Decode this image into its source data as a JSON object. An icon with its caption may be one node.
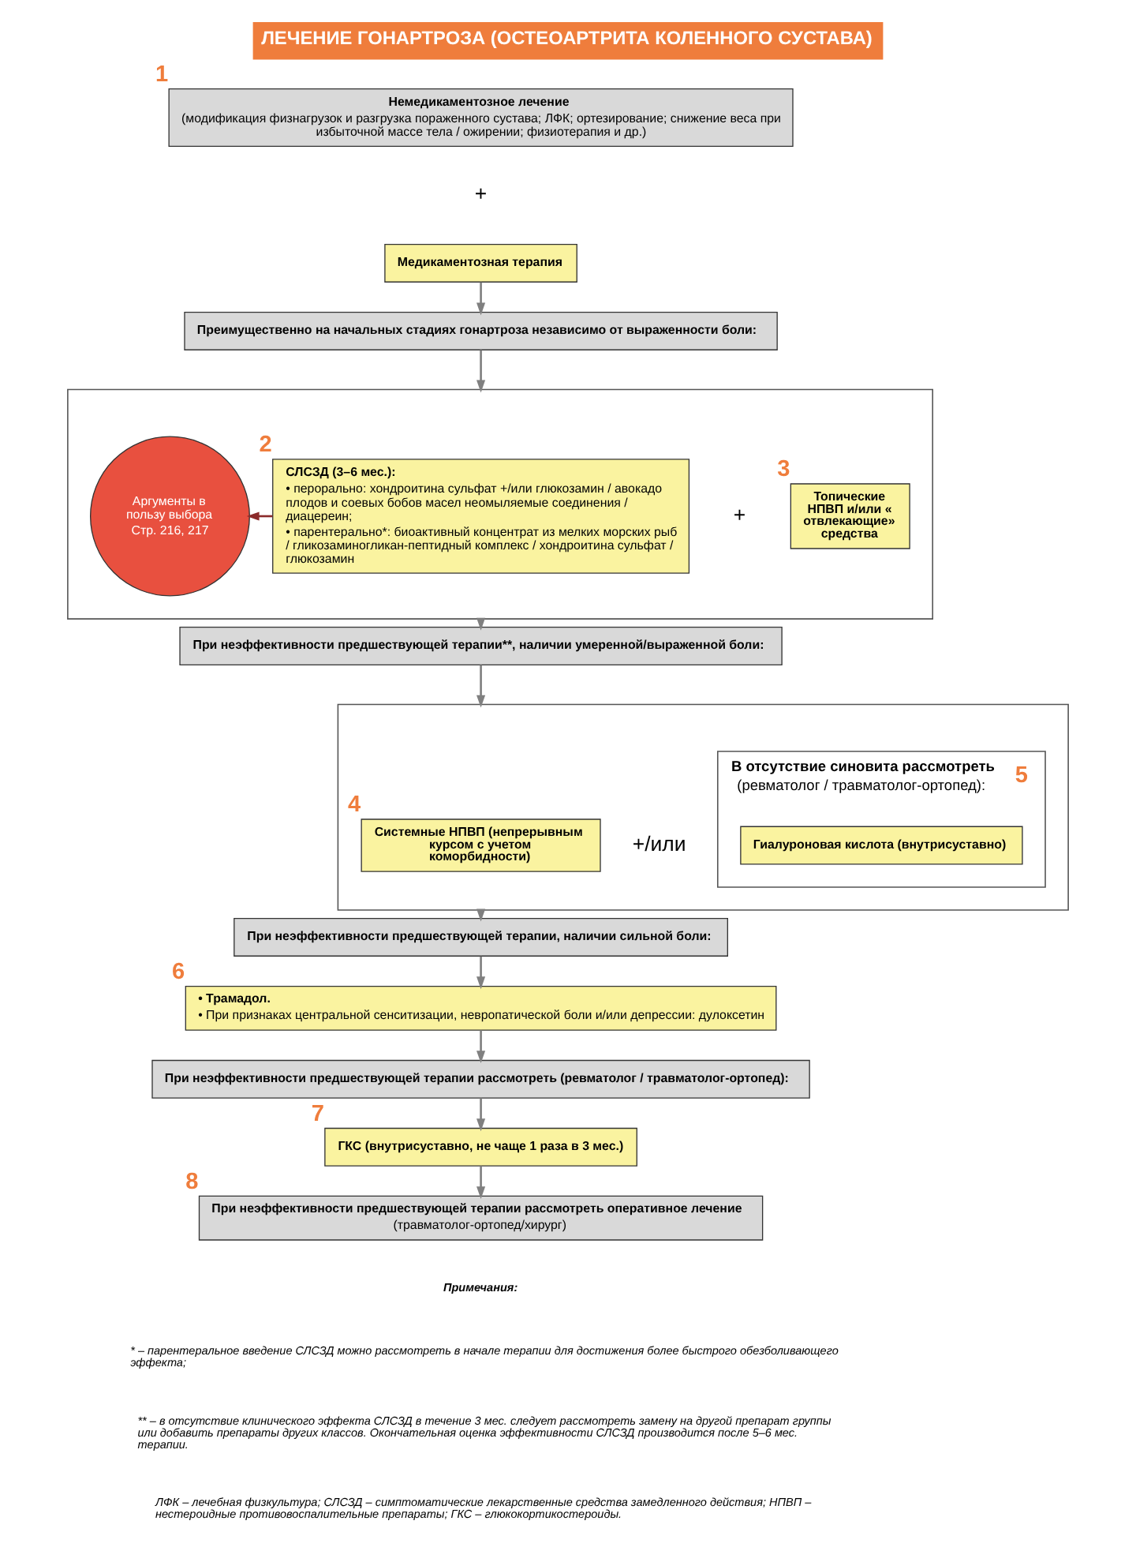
{
  "diagram": {
    "title": "ЛЕЧЕНИЕ ГОНАРТРОЗА (ОСТЕОАРТРИТА КОЛЕННОГО СУСТАВА)",
    "nodes": [
      {
        "text": [
          "Немедикаментозное лечение",
          "(модификация физнагрузок и разгрузка пораженного сустава; ЛФК; ортезирование; снижение веса при избыточной массе тела / ожирении; физиотерапия и др.)"
        ],
        "beside": [
          "1"
        ]
      },
      {
        "text": [
          "Медикаментозная терапия"
        ]
      },
      {
        "text": [
          "Преимущественно на начальных стадиях гонартроза независимо от выраженности боли:"
        ]
      },
      {
        "text": [],
        "shape": "box"
      },
      {
        "text": [
          "Аргументы в пользу выбора",
          "Стр. 216, 217"
        ],
        "in": 3
      },
      {
        "text": [
          "СЛСЗД (3–6 мес.):",
          "• перорально: хондроитина сульфат +/или глюкозамин / авокадо плодов и соевых бобов масел неомыляемые соединения / диацереин;",
          "• парентерально*: биоактивный концентрат из мелких морских рыб / гликозаминогликан-пептидный комплекс / хондроитина сульфат / глюкозамин"
        ],
        "in": 3,
        "beside": [
          "2"
        ]
      },
      {
        "text": [
          "Топические НПВП и/или «отвлекающие» средства"
        ],
        "in": 3,
        "beside": [
          "3"
        ]
      },
      {
        "text": [
          "При неэффективности предшествующей терапии**, наличии умеренной/выраженной боли:"
        ]
      },
      {
        "text": [],
        "shape": "box"
      },
      {
        "text": [
          "Системные НПВП (непрерывным курсом с учетом коморбидности)"
        ],
        "in": 8,
        "beside": [
          "4"
        ]
      },
      {
        "text": [
          "В отсутствие синовита рассмотреть",
          "(ревматолог / травматолог-ортопед):"
        ],
        "in": 8,
        "beside": [
          "5"
        ]
      },
      {
        "text": [
          "Гиалуроновая кислота (внутрисуставно)"
        ],
        "in": 10
      },
      {
        "text": [
          "При неэффективности предшествующей терапии, наличии сильной боли:"
        ]
      },
      {
        "text": [
          "• Трамадол.",
          "• При признаках центральной сенситизации, невропатической боли и/или депрессии: дулоксетин"
        ],
        "beside": [
          "6"
        ]
      },
      {
        "text": [
          "При неэффективности предшествующей терапии рассмотреть (ревматолог / травматолог-ортопед):"
        ]
      },
      {
        "text": [
          "ГКС (внутрисуставно, не чаще 1 раза в 3 мес.)"
        ],
        "beside": [
          "7"
        ]
      },
      {
        "text": [
          "При неэффективности предшествующей терапии рассмотреть оперативное лечение",
          "(травматолог-ортопед/хирург)"
        ],
        "beside": [
          "8"
        ]
      }
    ],
    "edges": [
      {
        "from": 1,
        "to": 2,
        "arrow": "to"
      },
      {
        "from": 2,
        "to": 3,
        "arrow": "to"
      },
      {
        "from": 5,
        "to": 4,
        "arrow": "to",
        "color": "#8b2b2b"
      },
      {
        "from": 3,
        "to": 7,
        "arrow": "to"
      },
      {
        "from": 7,
        "to": 8,
        "arrow": "to"
      },
      {
        "from": 8,
        "to": 12,
        "arrow": "to"
      },
      {
        "from": 12,
        "to": 13,
        "arrow": "to"
      },
      {
        "from": 13,
        "to": 14,
        "arrow": "to"
      },
      {
        "from": 14,
        "to": 15,
        "arrow": "to"
      },
      {
        "from": 15,
        "to": 16,
        "arrow": "to"
      }
    ],
    "labels": [
      "+",
      "+",
      "+/или",
      "Примечания:",
      "* – парентеральное введение СЛСЗД можно рассмотреть в начале терапии для достижения более быстрого обезболивающего эффекта;",
      "** – в отсутствие клинического эффекта СЛСЗД в течение 3 мес. следует рассмотреть замену на другой препарат группы или добавить препараты других классов. Окончательная оценка эффективности СЛСЗД производится после 5–6 мес. терапии.",
      "ЛФК – лечебная физкультура; СЛСЗД – симптоматические лекарственные средства замедленного действия; НПВП – нестероидные противовоспалительные препараты; ГКС – глюкокортикостероиды."
    ]
  }
}
